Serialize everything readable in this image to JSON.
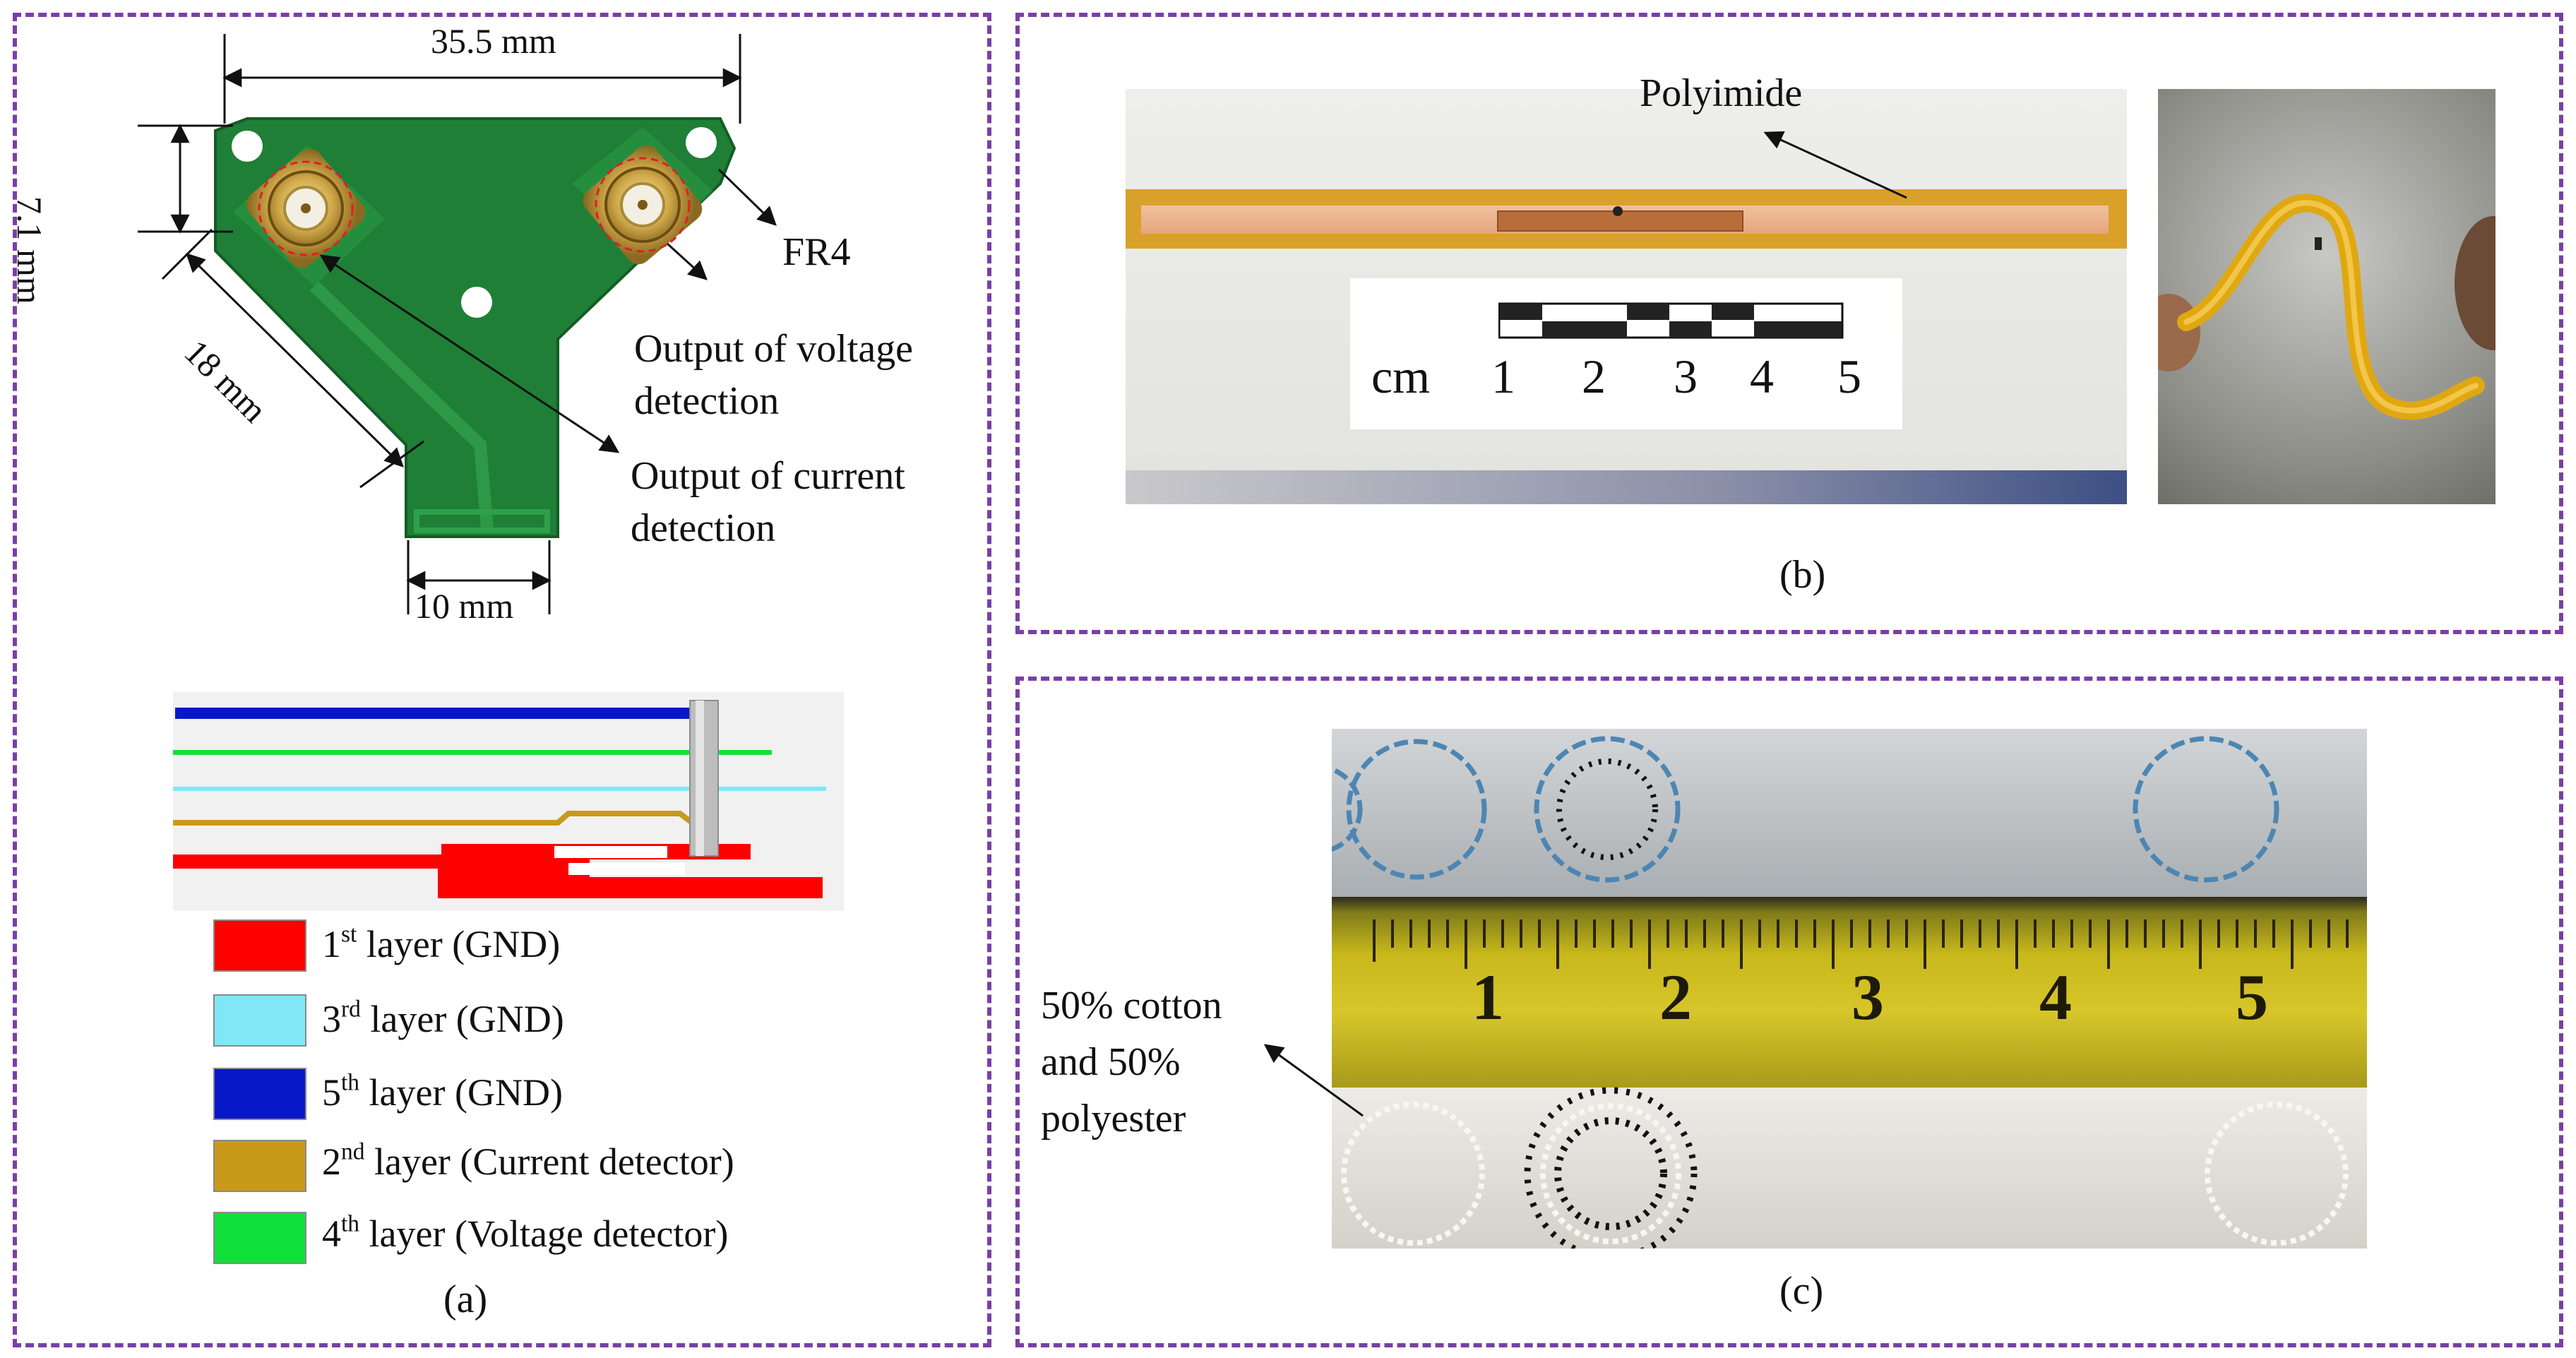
{
  "panel_a": {
    "caption": "(a)",
    "dimensions": {
      "width_top": "35.5 mm",
      "height_left": "7.1 mm",
      "side": "18 mm",
      "bottom": "10 mm"
    },
    "callouts": {
      "substrate": "FR4",
      "voltage_output": [
        "Output of voltage",
        "detection"
      ],
      "current_output": [
        "Output of current",
        "detection"
      ]
    },
    "legend": [
      {
        "ord": "1",
        "sup": "st",
        "text": " layer (GND)",
        "color": "#ff0000"
      },
      {
        "ord": "3",
        "sup": "rd",
        "text": " layer (GND)",
        "color": "#7fe7f5"
      },
      {
        "ord": "5",
        "sup": "th",
        "text": " layer (GND)",
        "color": "#0818c8"
      },
      {
        "ord": "2",
        "sup": "nd",
        "text": " layer (Current detector)",
        "color": "#c99a1a"
      },
      {
        "ord": "4",
        "sup": "th",
        "text": " layer (Voltage detector)",
        "color": "#12e03a"
      }
    ]
  },
  "panel_b": {
    "caption": "(b)",
    "material_label": "Polyimide",
    "scale_unit": "cm",
    "scale_ticks": [
      "1",
      "2",
      "3",
      "4",
      "5"
    ]
  },
  "panel_c": {
    "caption": "(c)",
    "material_label": [
      "50% cotton",
      "and 50%",
      "polyester"
    ],
    "ruler_ticks": [
      "1",
      "2",
      "3",
      "4",
      "5"
    ]
  },
  "colors": {
    "panel_border": "#7a3fa6",
    "pcb_green": "#1e7a34",
    "polyimide": "#d9a12a",
    "copper": "#e9b48c"
  }
}
